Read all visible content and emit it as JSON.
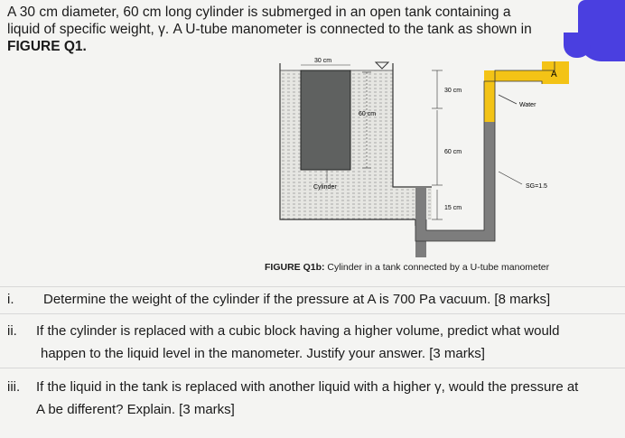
{
  "intro": {
    "line1": "A 30 cm diameter, 60 cm long cylinder is submerged in an open tank containing a",
    "line2": "liquid of specific weight, γ. A U-tube manometer is connected to the tank as shown in",
    "line3": "FIGURE Q1."
  },
  "diagram": {
    "dim_30cm_top": "30 cm",
    "dim_60cm": "60 cm",
    "label_cylinder": "Cylinder",
    "dim_30cm_right": "30 cm",
    "dim_60cm_right": "60 cm",
    "dim_15cm": "15 cm",
    "label_water": "Water",
    "label_sg": "SG=1.5",
    "label_a": "A",
    "colors": {
      "water": "#f3c316",
      "cylinder": "#5f6160",
      "manometer_fluid": "#7d7d7d",
      "liquid_fill": "#e6e6e2"
    }
  },
  "caption": {
    "bold": "FIGURE Q1b:",
    "text": " Cylinder in a tank connected by a U-tube manometer"
  },
  "questions": [
    {
      "num": "i.",
      "text": "Determine the weight of the cylinder if the pressure at A is 700 Pa vacuum. [8 marks]"
    },
    {
      "num": "ii.",
      "line1": "If the cylinder is replaced with a cubic block having a higher volume, predict what would",
      "line2": "happen to the liquid level in the manometer. Justify your answer. [3 marks]"
    },
    {
      "num": "iii.",
      "line1": "If the liquid in the tank is replaced with another liquid with a higher γ, would the pressure at",
      "line2": "A be different? Explain. [3 marks]"
    }
  ]
}
